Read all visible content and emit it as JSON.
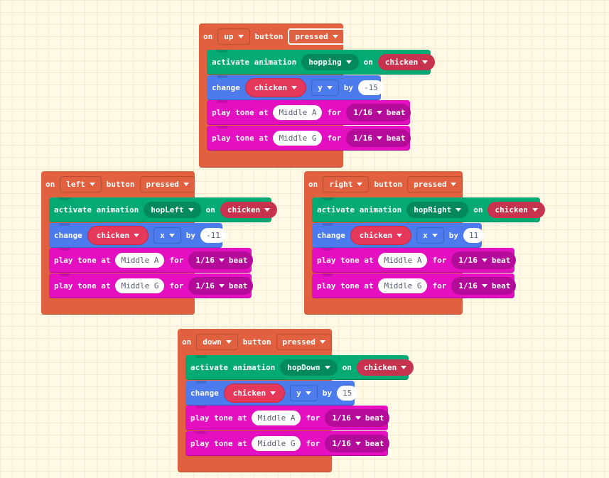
{
  "labels": {
    "on": "on",
    "button": "button",
    "activate_animation": "activate animation",
    "anim_on": "on",
    "change": "change",
    "by": "by",
    "play_tone_at": "play tone at",
    "for": "for",
    "beat": "beat"
  },
  "handlers": [
    {
      "button": "up",
      "event": "pressed",
      "animation": "hopping",
      "anim_target": "chicken",
      "change_sprite": "chicken",
      "axis": "y",
      "by": "-15",
      "tones": [
        {
          "note": "Middle A",
          "duration": "1/16"
        },
        {
          "note": "Middle G",
          "duration": "1/16"
        }
      ]
    },
    {
      "button": "left",
      "event": "pressed",
      "animation": "hopLeft",
      "anim_target": "chicken",
      "change_sprite": "chicken",
      "axis": "x",
      "by": "-11",
      "tones": [
        {
          "note": "Middle A",
          "duration": "1/16"
        },
        {
          "note": "Middle G",
          "duration": "1/16"
        }
      ]
    },
    {
      "button": "right",
      "event": "pressed",
      "animation": "hopRight",
      "anim_target": "chicken",
      "change_sprite": "chicken",
      "axis": "x",
      "by": "11",
      "tones": [
        {
          "note": "Middle A",
          "duration": "1/16"
        },
        {
          "note": "Middle G",
          "duration": "1/16"
        }
      ]
    },
    {
      "button": "down",
      "event": "pressed",
      "animation": "hopDown",
      "anim_target": "chicken",
      "change_sprite": "chicken",
      "axis": "y",
      "by": "15",
      "tones": [
        {
          "note": "Middle A",
          "duration": "1/16"
        },
        {
          "note": "Middle G",
          "duration": "1/16"
        }
      ]
    }
  ],
  "colors": {
    "event": "#e0603f",
    "animation": "#03aa74",
    "sprites": "#4b7bec",
    "music": "#e30fc0",
    "workspace": "#fff9e6"
  }
}
